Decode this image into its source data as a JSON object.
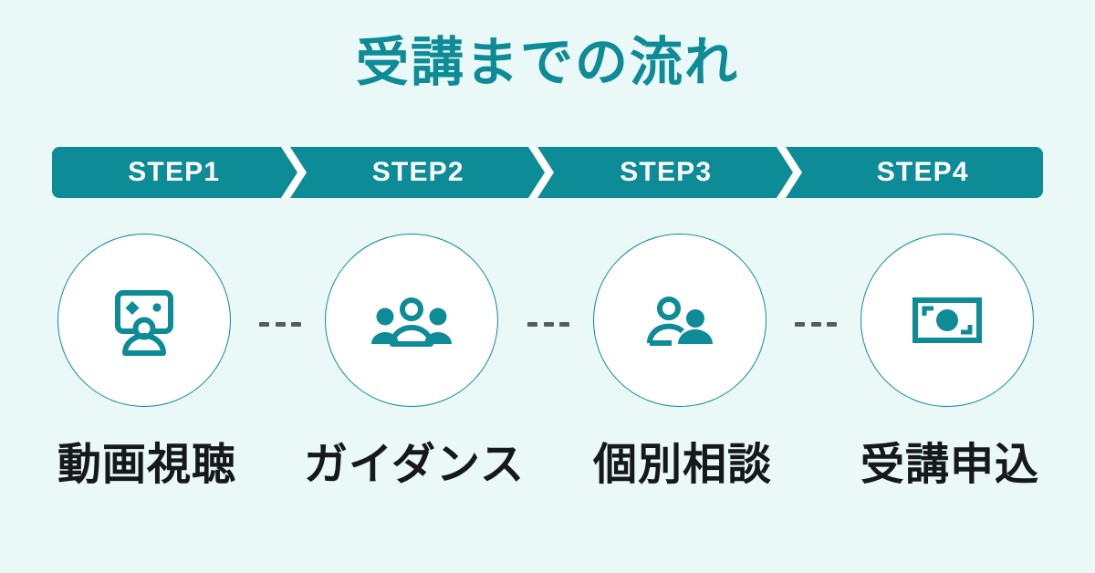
{
  "page": {
    "title": "受講までの流れ",
    "background_color": "#eaf8f8",
    "accent_color": "#0d8b96",
    "text_color": "#15191c",
    "connector_color": "#555c5f"
  },
  "step_bar": {
    "background_color": "#0d8b96",
    "label_color": "#ffffff",
    "separator_icon": "chevron-right-icon",
    "steps": [
      {
        "label": "STEP1"
      },
      {
        "label": "STEP2"
      },
      {
        "label": "STEP3"
      },
      {
        "label": "STEP4"
      }
    ]
  },
  "flow": {
    "connector_icon": "dashed-line-icon",
    "connector_dash_count": 3,
    "nodes": [
      {
        "step": "STEP1",
        "name": "動画視聴",
        "icon": "video-lecture-icon"
      },
      {
        "step": "STEP2",
        "name": "ガイダンス",
        "icon": "group-people-icon"
      },
      {
        "step": "STEP3",
        "name": "個別相談",
        "icon": "two-people-icon"
      },
      {
        "step": "STEP4",
        "name": "受講申込",
        "icon": "banknote-icon"
      }
    ]
  }
}
